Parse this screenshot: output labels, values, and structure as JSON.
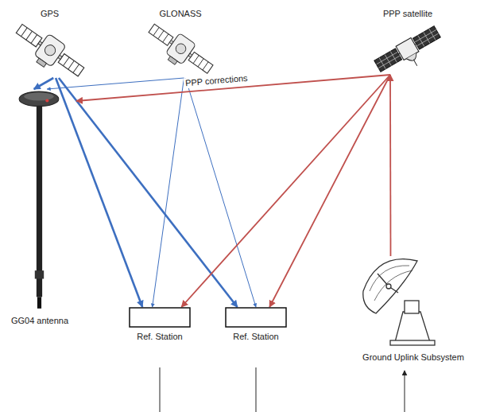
{
  "diagram": {
    "nodes": [
      {
        "text": [
          "GPS"
        ]
      },
      {
        "text": [
          "GLONASS"
        ]
      },
      {
        "text": [
          "PPP satellite"
        ]
      },
      {
        "text": [
          "GG04 antenna"
        ]
      },
      {
        "text": [
          "Ref. Station"
        ]
      },
      {
        "text": [
          "Ref. Station"
        ]
      },
      {
        "text": [
          "Ground Uplink Subsystem"
        ]
      }
    ],
    "edges": [
      {
        "from": 0,
        "to": 3,
        "arrow": "to"
      },
      {
        "from": 0,
        "to": 4,
        "arrow": "to"
      },
      {
        "from": 0,
        "to": 5,
        "arrow": "to"
      },
      {
        "from": 1,
        "to": 3,
        "arrow": "to"
      },
      {
        "from": 1,
        "to": 4,
        "arrow": "to"
      },
      {
        "from": 1,
        "to": 5,
        "arrow": "to"
      },
      {
        "from": 2,
        "to": 3,
        "label": "PPP corrections",
        "arrow": "to"
      },
      {
        "from": 2,
        "to": 4,
        "arrow": "to"
      },
      {
        "from": 2,
        "to": 5,
        "arrow": "to"
      },
      {
        "from": 6,
        "to": 2,
        "arrow": "to"
      }
    ]
  }
}
